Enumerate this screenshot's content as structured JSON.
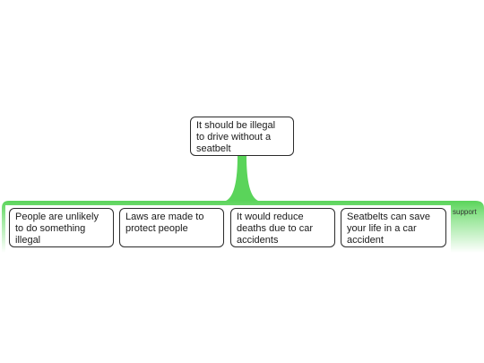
{
  "colors": {
    "connector": "#5ad45a",
    "band": "#5ad45a",
    "band_fade": "#ffffff",
    "node_border": "#2b2b2b",
    "node_fill": "#ffffff",
    "text": "#1a1a1a"
  },
  "root": {
    "text": "It should be illegal\nto drive without a\nseatbelt"
  },
  "group": {
    "label": "support",
    "children": [
      {
        "text": "People are unlikely\nto do something\nillegal"
      },
      {
        "text": "Laws are made to\nprotect people"
      },
      {
        "text": "It would reduce\ndeaths due to car\naccidents"
      },
      {
        "text": "Seatbelts can save\nyour life in a car\naccident"
      }
    ]
  }
}
